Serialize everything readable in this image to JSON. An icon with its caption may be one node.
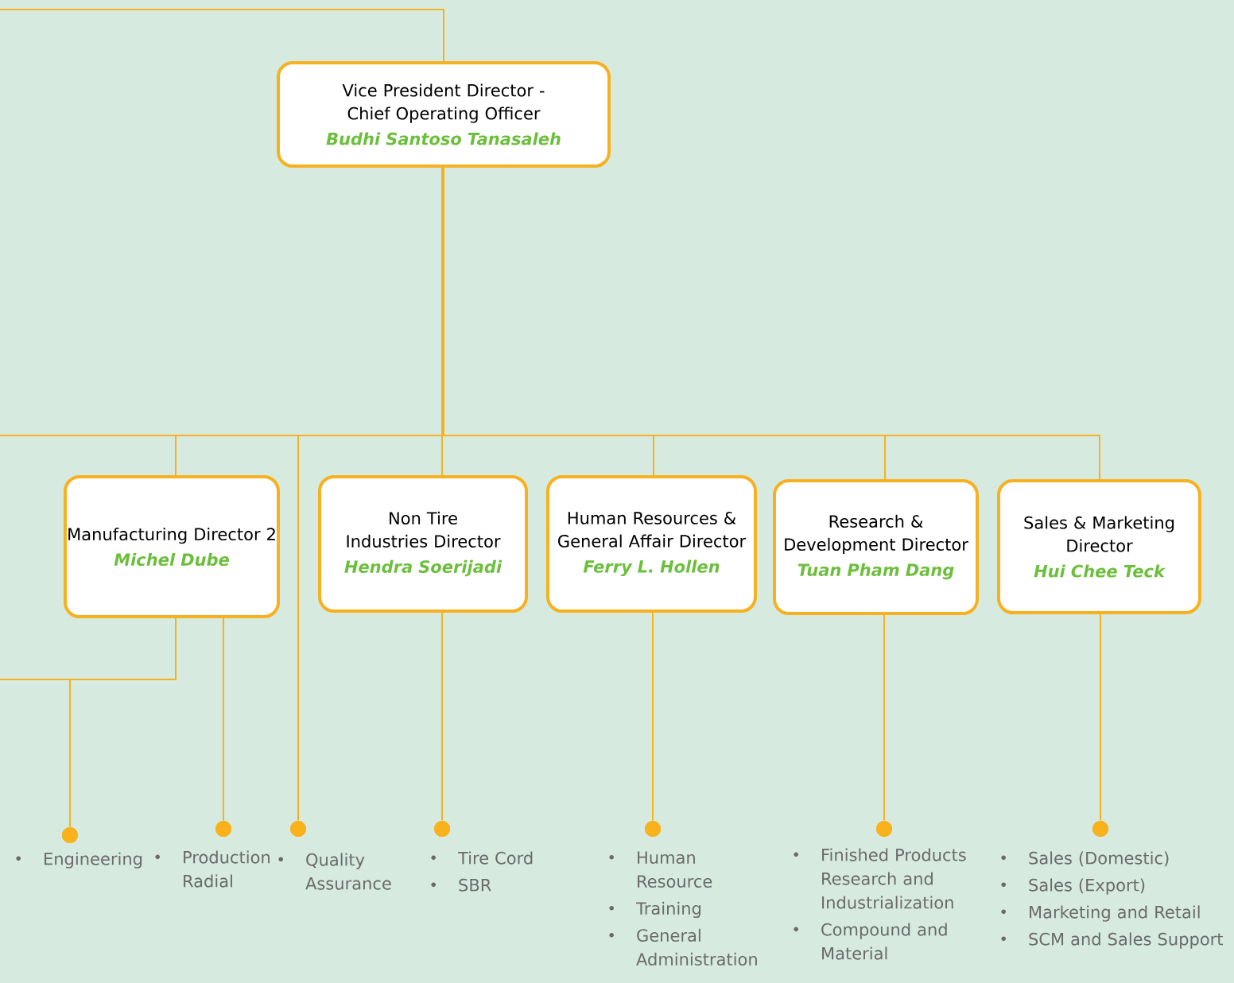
{
  "diagram": {
    "nodes": [
      {
        "text": [
          "Vice President Director - Chief Operating Officer",
          "Budhi Santoso Tanasaleh"
        ]
      },
      {
        "text": [
          "Manufacturing Director 2",
          "Michel Dube"
        ]
      },
      {
        "text": [
          "Non Tire Industries Director",
          "Hendra Soerijadi"
        ]
      },
      {
        "text": [
          "Human Resources & General Affair Director",
          "Ferry L. Hollen"
        ]
      },
      {
        "text": [
          "Research & Development Director",
          "Tuan Pham Dang"
        ]
      },
      {
        "text": [
          "Sales & Marketing Director",
          "Hui Chee Teck"
        ]
      },
      {
        "text": [],
        "shape": "circle",
        "beside": [
          "Engineering"
        ]
      },
      {
        "text": [],
        "shape": "circle",
        "beside": [
          "Production Radial"
        ]
      },
      {
        "text": [],
        "shape": "circle",
        "beside": [
          "Quality Assurance"
        ]
      },
      {
        "text": [],
        "shape": "circle",
        "beside": [
          "Tire Cord",
          "SBR"
        ]
      },
      {
        "text": [],
        "shape": "circle",
        "beside": [
          "Human Resource",
          "Training",
          "General Administration"
        ]
      },
      {
        "text": [],
        "shape": "circle",
        "beside": [
          "Finished Products Research and Industrialization",
          "Compound and Material"
        ]
      },
      {
        "text": [],
        "shape": "circle",
        "beside": [
          "Sales (Domestic)",
          "Sales (Export)",
          "Marketing and Retail",
          "SCM and Sales Support"
        ]
      }
    ],
    "edges": [
      {
        "from": null,
        "to": 0,
        "arrow": "none"
      },
      {
        "from": 0,
        "to": 1,
        "arrow": "none"
      },
      {
        "from": 0,
        "to": 8,
        "arrow": "none"
      },
      {
        "from": 0,
        "to": 2,
        "arrow": "none"
      },
      {
        "from": 0,
        "to": 3,
        "arrow": "none"
      },
      {
        "from": 0,
        "to": 4,
        "arrow": "none"
      },
      {
        "from": 0,
        "to": 5,
        "arrow": "none"
      },
      {
        "from": 0,
        "to": null,
        "arrow": "none"
      },
      {
        "from": 1,
        "to": 6,
        "arrow": "none"
      },
      {
        "from": 1,
        "to": null,
        "arrow": "none"
      },
      {
        "from": 1,
        "to": 7,
        "arrow": "none"
      },
      {
        "from": 2,
        "to": 9,
        "arrow": "none"
      },
      {
        "from": 3,
        "to": 10,
        "arrow": "none"
      },
      {
        "from": 4,
        "to": 11,
        "arrow": "none"
      },
      {
        "from": 5,
        "to": 12,
        "arrow": "none"
      }
    ]
  }
}
